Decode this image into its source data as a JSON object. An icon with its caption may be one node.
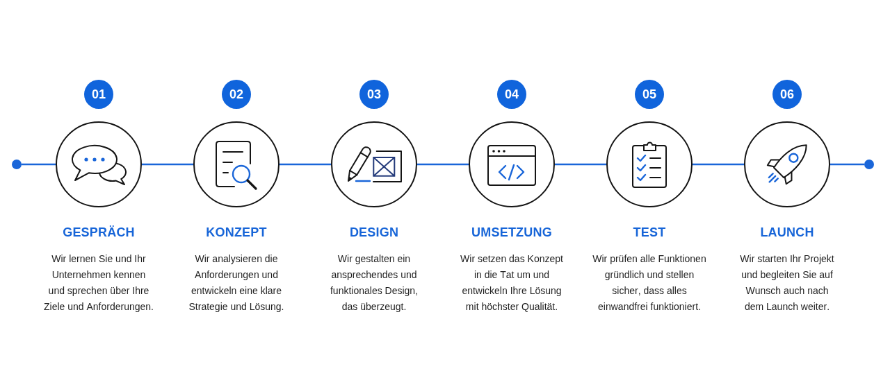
{
  "diagram": {
    "nodes": [
      {
        "text": [],
        "shape": "circle"
      },
      {
        "text": [
          "GESPRÄCH",
          "Wir lernen Sie und Ihr Unternehmen kennen und sprechen über Ihre Ziele und Anforderungen."
        ],
        "beside": [
          "01"
        ]
      },
      {
        "text": [
          "KONZEPT",
          "Wir analysieren die Anforderungen und entwickeln eine klare Strategie und Lösung."
        ],
        "beside": [
          "02"
        ]
      },
      {
        "text": [
          "DESIGN",
          "Wir gestalten ein ansprechendes und funktionales Design, das überzeugt."
        ],
        "beside": [
          "03"
        ]
      },
      {
        "text": [
          "UMSETZUNG",
          "Wir setzen das Konzept in die Tat um und entwickeln Ihre Lösung mit höchster Qualität."
        ],
        "beside": [
          "04"
        ]
      },
      {
        "text": [
          "TEST",
          "Wir prüfen alle Funktionen gründlich und stellen sicher, dass alles einwandfrei funktioniert."
        ],
        "beside": [
          "05"
        ]
      },
      {
        "text": [
          "LAUNCH",
          "Wir starten Ihr Projekt und begleiten Sie auf Wunsch auch nach dem Launch weiter."
        ],
        "beside": [
          "06"
        ]
      },
      {
        "text": [],
        "shape": "circle"
      }
    ],
    "edges": [
      {
        "from": 0,
        "to": 1,
        "arrow": "none"
      },
      {
        "from": 1,
        "to": 2,
        "arrow": "none"
      },
      {
        "from": 2,
        "to": 3,
        "arrow": "none"
      },
      {
        "from": 3,
        "to": 4,
        "arrow": "none"
      },
      {
        "from": 4,
        "to": 5,
        "arrow": "none"
      },
      {
        "from": 5,
        "to": 6,
        "arrow": "none"
      },
      {
        "from": 6,
        "to": 7,
        "arrow": "none"
      }
    ]
  }
}
